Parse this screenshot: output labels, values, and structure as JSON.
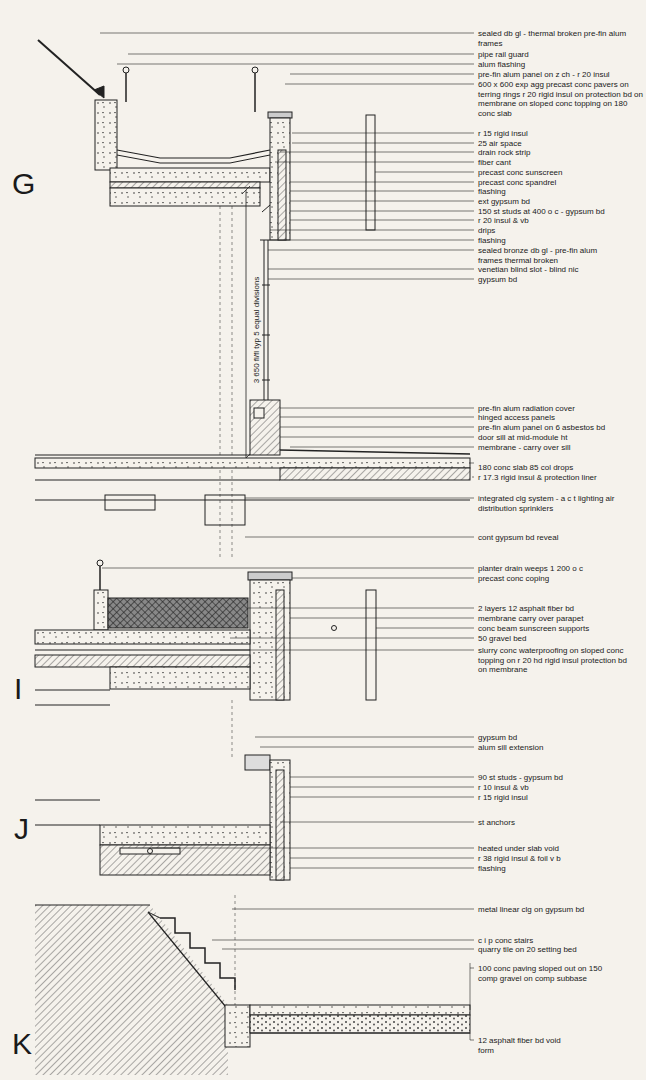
{
  "diagram": {
    "labels": [
      "G",
      "sealed db gl - thermal broken pre-fin alum frames",
      "pipe rail guard",
      "alum flashing",
      "pre-fin alum panel on z ch - r 20 insul",
      "600 x 600 exp agg precast conc pavers on terring rings r 20 rigid insul on protection bd on membrane on sloped conc topping on 180 conc slab",
      "r 15 rigid insul",
      "25 air space",
      "drain rock strip",
      "fiber cant",
      "precast conc sunscreen",
      "precast conc spandrel",
      "flashing",
      "ext gypsum bd",
      "150 st studs at 400 o c - gypsum bd",
      "r 20 insul & vb",
      "drips",
      "flashing",
      "sealed bronze db gl - pre-fin alum frames thermal broken",
      "venetian blind slot - blind nic",
      "gypsum bd",
      "3 650 fl/fl typ 5 equal divisions",
      "pre-fin alum radiation cover",
      "hinged access panels",
      "pre-fin alum panel on 6 asbestos bd",
      "door sill at mid-module ht",
      "membrane - carry over sill",
      "180 conc slab 85 col drops",
      "r 17.3 rigid insul & protection liner",
      "integrated clg system - a c t lighting air distribution sprinklers",
      "cont gypsum bd reveal",
      "I",
      "planter drain weeps 1 200 o c",
      "precast conc coping",
      "2 layers 12 asphalt fiber bd",
      "membrane carry over parapet",
      "conc beam sunscreen supports",
      "50 gravel bed",
      "slurry conc waterproofing on sloped conc topping on r 20 hd rigid insul protection bd on membrane",
      "gypsum bd",
      "alum sill extension",
      "J",
      "90 st studs - gypsum bd",
      "r 10 insul & vb",
      "r 15 rigid insul",
      "st anchors",
      "heated under slab void",
      "r 38 rigid insul & foil v b",
      "flashing",
      "metal linear clg on gypsum bd",
      "K",
      "c i p conc stairs",
      "quarry tile on 20 setting bed",
      "100 conc paving sloped out on 150 comp gravel on comp subbase",
      "12 asphalt fiber bd void form"
    ]
  }
}
